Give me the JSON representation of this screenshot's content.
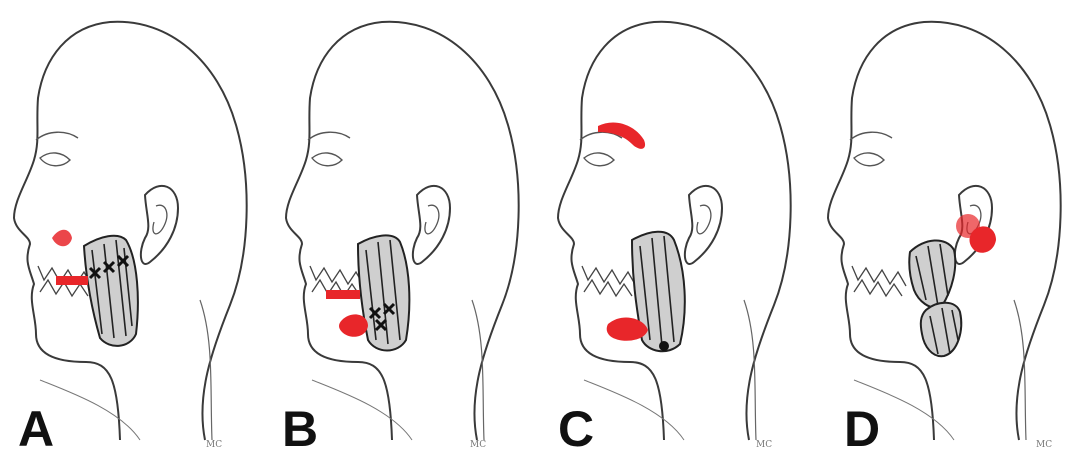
{
  "panels": [
    {
      "letter": "A",
      "initials": "MC"
    },
    {
      "letter": "B",
      "initials": "MC"
    },
    {
      "letter": "C",
      "initials": "MC"
    },
    {
      "letter": "D",
      "initials": "MC"
    }
  ],
  "colors": {
    "outline": "#3a3a3a",
    "pain_referral": "#e8262a",
    "muscle": "#222222",
    "background": "#ffffff"
  },
  "icons": [
    "head-profile-icon",
    "masseter-muscle-icon",
    "trigger-point-x-icon",
    "referred-pain-zone-icon"
  ]
}
